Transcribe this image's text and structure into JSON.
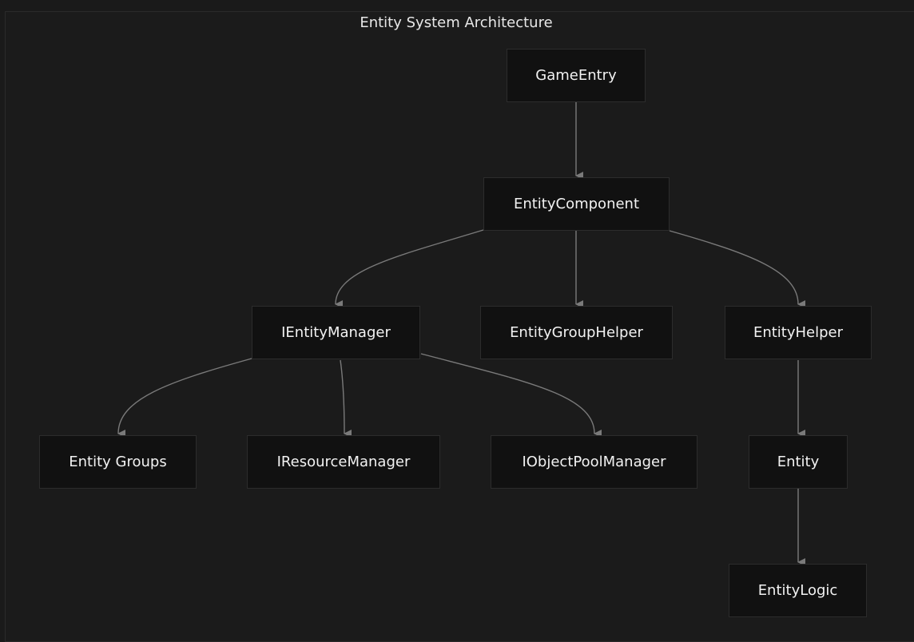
{
  "diagram": {
    "title": "Entity System Architecture",
    "nodes": [
      {
        "id": "game_entry",
        "label": "GameEntry"
      },
      {
        "id": "entity_component",
        "label": "EntityComponent"
      },
      {
        "id": "ientity_manager",
        "label": "IEntityManager"
      },
      {
        "id": "entity_group_helper",
        "label": "EntityGroupHelper"
      },
      {
        "id": "entity_helper",
        "label": "EntityHelper"
      },
      {
        "id": "entity_groups",
        "label": "Entity Groups"
      },
      {
        "id": "iresource_manager",
        "label": "IResourceManager"
      },
      {
        "id": "iobject_pool_manager",
        "label": "IObjectPoolManager"
      },
      {
        "id": "entity",
        "label": "Entity"
      },
      {
        "id": "entity_logic",
        "label": "EntityLogic"
      }
    ],
    "edges": [
      {
        "from": "game_entry",
        "to": "entity_component"
      },
      {
        "from": "entity_component",
        "to": "ientity_manager"
      },
      {
        "from": "entity_component",
        "to": "entity_group_helper"
      },
      {
        "from": "entity_component",
        "to": "entity_helper"
      },
      {
        "from": "ientity_manager",
        "to": "entity_groups"
      },
      {
        "from": "ientity_manager",
        "to": "iresource_manager"
      },
      {
        "from": "ientity_manager",
        "to": "iobject_pool_manager"
      },
      {
        "from": "entity_helper",
        "to": "entity"
      },
      {
        "from": "entity",
        "to": "entity_logic"
      }
    ],
    "colors": {
      "background": "#1b1b1b",
      "node_fill": "#111111",
      "node_border": "#2c2c2c",
      "edge": "#7a7a7a",
      "text": "#f2f2f2"
    }
  }
}
